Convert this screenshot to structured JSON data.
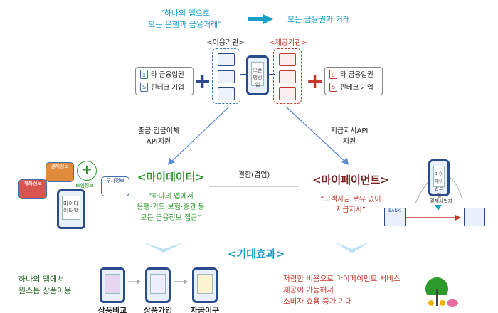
{
  "top": {
    "quote_left_line1": "“하나의 앱으로",
    "quote_left_line2": "모든 은행과 금융거래”",
    "right_text": "모든 금융권과 거래"
  },
  "hub": {
    "using_label": "<이용기관>",
    "providing_label": "<제공기관>",
    "phone_label": "오픈뱅킹앱"
  },
  "left_inst": {
    "item1": "타 금융업권",
    "item2": "핀테크 기업"
  },
  "right_inst": {
    "item1": "타 금융업권",
    "item2": "핀테크 기업"
  },
  "arrows": {
    "left_line1": "출금·입금이체",
    "left_line2": "API지원",
    "right_line1": "지급지시API",
    "right_line2": "지원"
  },
  "mydata": {
    "title": "<마이데이터>",
    "quote_line1": "“하나의 앱에서",
    "quote_line2": "은행·카드·보험·증권 등",
    "quote_line3": "모든 금융정보 접근”",
    "phone_label": "마이데이터앱",
    "icons": [
      "계좌정보",
      "결제정보",
      "보험정보",
      "투자정보"
    ]
  },
  "center": {
    "combine": "결합(겸업)"
  },
  "mypayment": {
    "title": "<마이페이먼트>",
    "quote_line1": "“고객자금 보유 없이",
    "quote_line2": "지급지시”",
    "phone_label": "마이페이먼트앱",
    "payer_label": "결제사업자",
    "bank_label": "BANK"
  },
  "effects": {
    "title": "<기대효과>",
    "left_line1": "하나의 앱에서",
    "left_line2": "원스톱 상품이용",
    "steps": [
      "상품비교",
      "상품가입",
      "자금이구"
    ],
    "right_line1": "저렴한 비용으로 마이페이먼트 서비스",
    "right_line2": "제공이 가능해져",
    "right_line3": "소비자 효용 증가 기대"
  },
  "colors": {
    "teal": "#1aa0c8",
    "navy": "#2a4c8c",
    "red": "#c0392b",
    "green": "#2e9a2e"
  }
}
